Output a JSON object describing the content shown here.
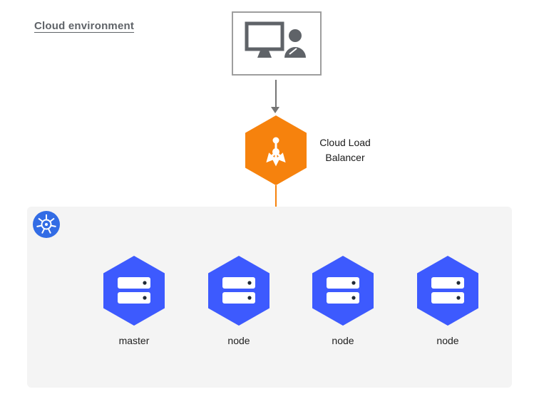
{
  "title": "Cloud environment",
  "client_box": {
    "icons": [
      "monitor-icon",
      "user-icon"
    ]
  },
  "load_balancer": {
    "label": "Cloud Load Balancer",
    "icon": "load-balancer-icon"
  },
  "cluster": {
    "logo": "kubernetes-logo",
    "nodes": [
      {
        "label": "master",
        "icon": "server-icon"
      },
      {
        "label": "node",
        "icon": "server-icon"
      },
      {
        "label": "node",
        "icon": "server-icon"
      },
      {
        "label": "node",
        "icon": "server-icon"
      }
    ]
  },
  "colors": {
    "load_balancer_orange": "#F6820D",
    "node_blue": "#3D5AFE",
    "kubernetes_blue": "#326CE5",
    "cluster_background": "#F4F4F4",
    "connector_gray": "#757575",
    "title_gray": "#5F6368"
  }
}
